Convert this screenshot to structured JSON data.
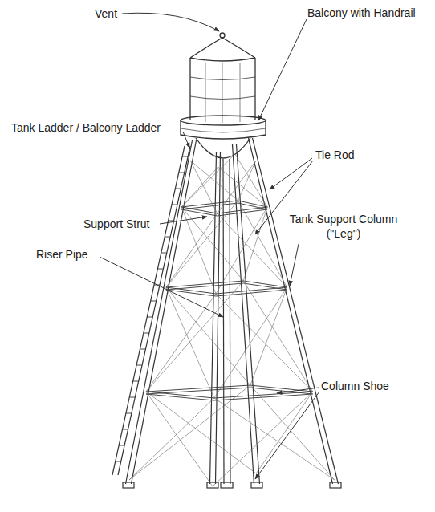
{
  "diagram": {
    "labels": [
      "Vent",
      "Balcony with Handrail",
      "Tank Ladder / Balcony Ladder",
      "Tie Rod",
      "Support Strut",
      "Tank Support Column (\"Leg\")",
      "Riser Pipe",
      "Column Shoe"
    ]
  }
}
